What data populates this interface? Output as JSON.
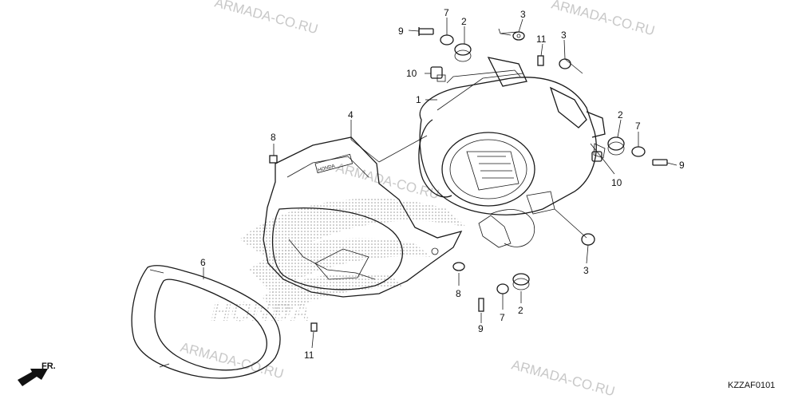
{
  "diagram": {
    "watermark": "ARMADA-CO.RU",
    "brand_mark": "HONDA",
    "lens_marking": "HONDA",
    "direction_label": "FR.",
    "drawing_code": "KZZAF0101",
    "callouts": [
      {
        "id": "c9a",
        "label": "9"
      },
      {
        "id": "c7a",
        "label": "7"
      },
      {
        "id": "c2a",
        "label": "2"
      },
      {
        "id": "c3a",
        "label": "3"
      },
      {
        "id": "c11a",
        "label": "11"
      },
      {
        "id": "c3b",
        "label": "3"
      },
      {
        "id": "c10a",
        "label": "10"
      },
      {
        "id": "c1",
        "label": "1"
      },
      {
        "id": "c2b",
        "label": "2"
      },
      {
        "id": "c7b",
        "label": "7"
      },
      {
        "id": "c9b",
        "label": "9"
      },
      {
        "id": "c10b",
        "label": "10"
      },
      {
        "id": "c8a",
        "label": "8"
      },
      {
        "id": "c4",
        "label": "4"
      },
      {
        "id": "c6",
        "label": "6"
      },
      {
        "id": "c3c",
        "label": "3"
      },
      {
        "id": "c8b",
        "label": "8"
      },
      {
        "id": "c2c",
        "label": "2"
      },
      {
        "id": "c9c",
        "label": "9"
      },
      {
        "id": "c7c",
        "label": "7"
      },
      {
        "id": "c11b",
        "label": "11"
      }
    ]
  }
}
